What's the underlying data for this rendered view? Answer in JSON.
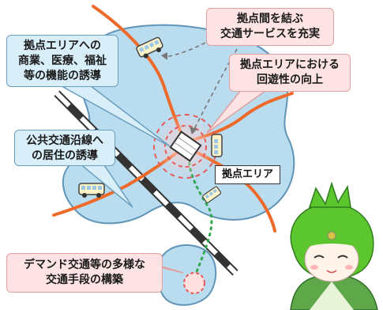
{
  "callouts": {
    "connect_services": {
      "lines": [
        "拠点間を結ぶ",
        "交通サービスを充実"
      ]
    },
    "circulation": {
      "lines": [
        "拠点エリアにおける",
        "回遊性の向上"
      ]
    },
    "functions": {
      "lines": [
        "拠点エリアへの",
        "商業、医療、福祉",
        "等の機能の誘導"
      ]
    },
    "residence": {
      "lines": [
        "公共交通沿線へ",
        "の居住の誘導"
      ]
    },
    "demand": {
      "lines": [
        "デマンド交通等の多様な",
        "交通手段の構築"
      ]
    }
  },
  "hub_label": "拠点エリア",
  "colors": {
    "area_fill": "#b9dcef",
    "area_stroke": "#5f95b8",
    "bus_route": "#ee6a2a",
    "railway_dark": "#333333",
    "walk_path": "#2fa84f",
    "hub_ring": "#e85a5a",
    "callout_pink": "#fde3e3",
    "callout_blue": "#d8eef9",
    "mascot_hair": "#5cc62e"
  },
  "icons": [
    "bus-icon",
    "hub-building-icon",
    "mascot-character"
  ]
}
